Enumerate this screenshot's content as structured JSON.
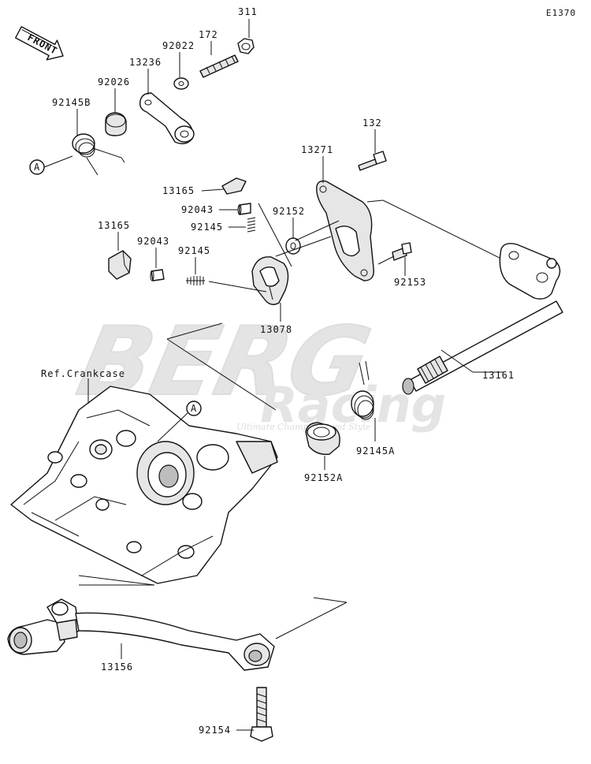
{
  "diagram_code": "E1370",
  "front_label": "FRONT",
  "callout_letter": "A",
  "ref_label": "Ref.Crankcase",
  "watermark": {
    "main": "BERG",
    "sub": "Racing",
    "tagline": "Ultimate Champions and Style"
  },
  "parts": [
    {
      "number": "311"
    },
    {
      "number": "172"
    },
    {
      "number": "92022"
    },
    {
      "number": "13236"
    },
    {
      "number": "92026"
    },
    {
      "number": "92145B"
    },
    {
      "number": "132"
    },
    {
      "number": "13271"
    },
    {
      "number": "13165"
    },
    {
      "number": "92043"
    },
    {
      "number": "92145"
    },
    {
      "number": "92152"
    },
    {
      "number": "13165"
    },
    {
      "number": "92043"
    },
    {
      "number": "92145"
    },
    {
      "number": "92153"
    },
    {
      "number": "13078"
    },
    {
      "number": "13161"
    },
    {
      "number": "92145A"
    },
    {
      "number": "92152A"
    },
    {
      "number": "13156"
    },
    {
      "number": "92154"
    }
  ]
}
